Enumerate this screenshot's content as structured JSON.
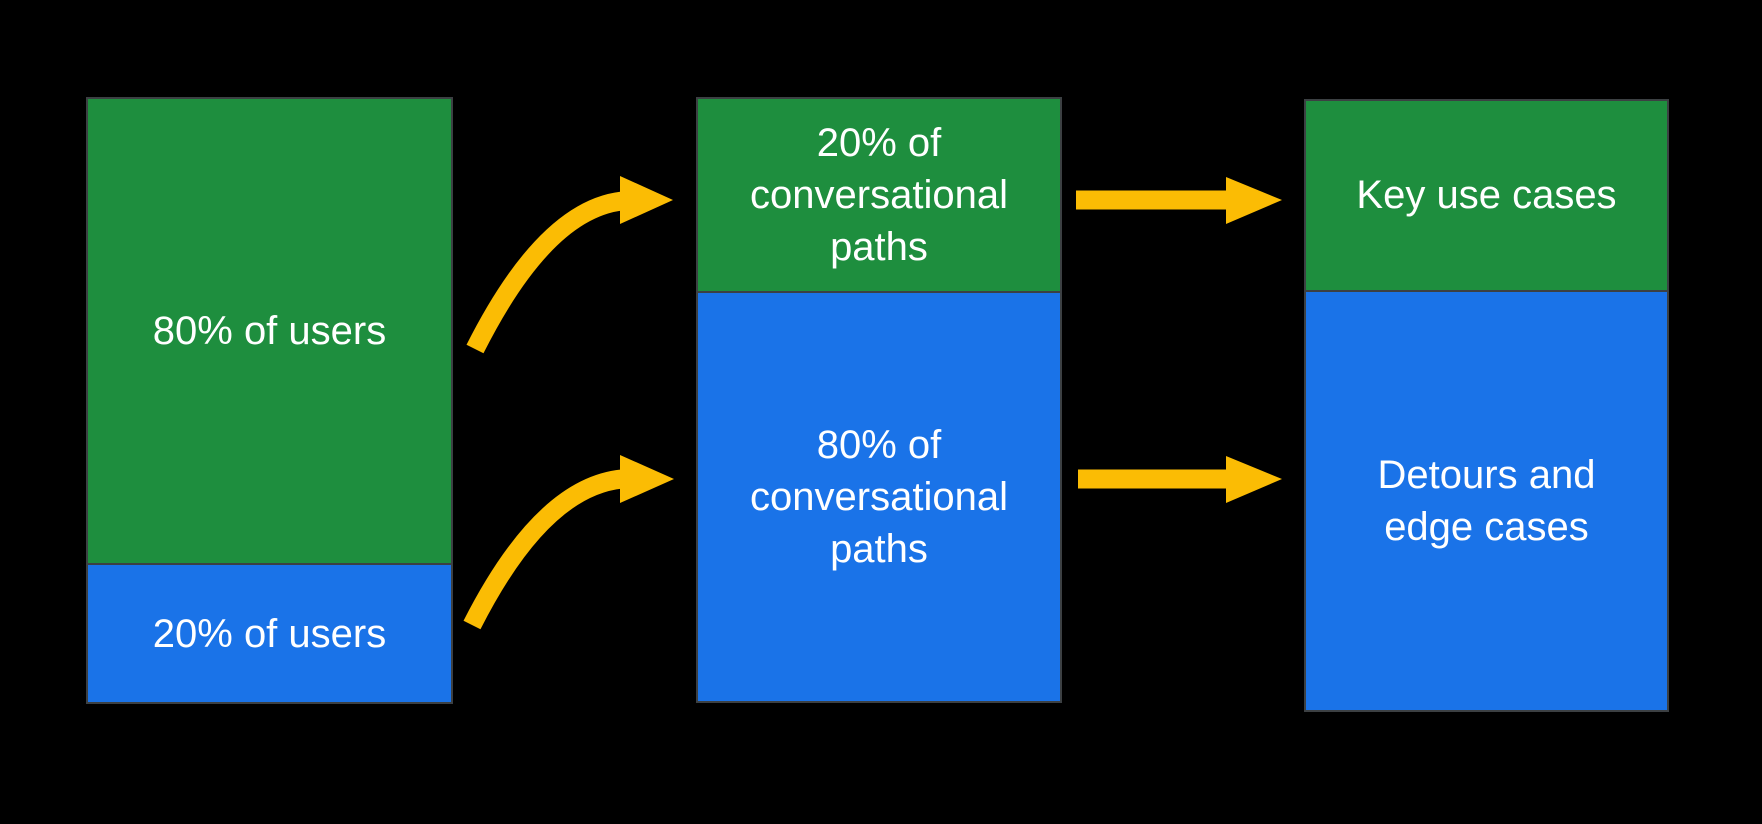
{
  "colors": {
    "background": "#000000",
    "green": "#1E8E3E",
    "blue": "#1A73E8",
    "arrow_yellow": "#FBBC04",
    "border_gray": "#3C4043",
    "text_white": "#FFFFFF"
  },
  "columns": [
    {
      "id": "users",
      "segments": [
        {
          "color": "green",
          "label": "80% of users"
        },
        {
          "color": "blue",
          "label": "20% of users"
        }
      ]
    },
    {
      "id": "conversational-paths",
      "segments": [
        {
          "color": "green",
          "label": "20% of\nconversational\npaths"
        },
        {
          "color": "blue",
          "label": "80% of\nconversational\npaths"
        }
      ]
    },
    {
      "id": "outcomes",
      "segments": [
        {
          "color": "green",
          "label": "Key use cases"
        },
        {
          "color": "blue",
          "label": "Detours and\nedge cases"
        }
      ]
    }
  ],
  "arrows": [
    {
      "id": "curved-arrow-top",
      "shape": "curved",
      "color": "arrow_yellow"
    },
    {
      "id": "curved-arrow-bottom",
      "shape": "curved",
      "color": "arrow_yellow"
    },
    {
      "id": "horizontal-arrow-top",
      "shape": "horizontal",
      "color": "arrow_yellow"
    },
    {
      "id": "horizontal-arrow-bottom",
      "shape": "horizontal",
      "color": "arrow_yellow"
    }
  ]
}
